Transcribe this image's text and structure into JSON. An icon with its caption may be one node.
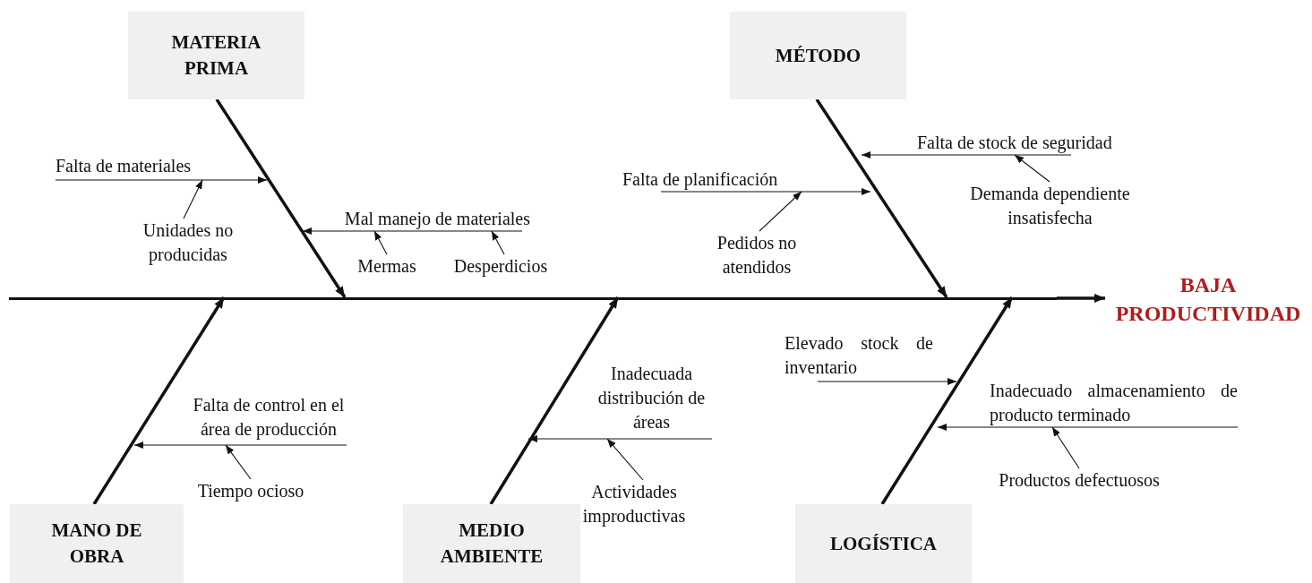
{
  "diagram": {
    "nodes": [
      {
        "text": [
          "MATERIA PRIMA"
        ]
      },
      {
        "text": [
          "MÉTODO"
        ]
      },
      {
        "text": [
          "MANO DE OBRA"
        ]
      },
      {
        "text": [
          "MEDIO AMBIENTE"
        ]
      },
      {
        "text": [
          "LOGÍSTICA"
        ]
      },
      {
        "text": [
          "BAJA PRODUCTIVIDAD"
        ]
      },
      {
        "text": [
          "Falta de materiales"
        ]
      },
      {
        "text": [
          "Unidades no producidas"
        ]
      },
      {
        "text": [
          "Mal manejo de materiales"
        ]
      },
      {
        "text": [
          "Mermas"
        ]
      },
      {
        "text": [
          "Desperdicios"
        ]
      },
      {
        "text": [
          "Falta de planificación"
        ]
      },
      {
        "text": [
          "Pedidos no atendidos"
        ]
      },
      {
        "text": [
          "Falta de stock de seguridad"
        ]
      },
      {
        "text": [
          "Demanda dependiente insatisfecha"
        ]
      },
      {
        "text": [
          "Falta de control en el área de producción"
        ]
      },
      {
        "text": [
          "Tiempo ocioso"
        ]
      },
      {
        "text": [
          "Inadecuada distribución de áreas"
        ]
      },
      {
        "text": [
          "Actividades improductivas"
        ]
      },
      {
        "text": [
          "Elevado stock de inventario"
        ]
      },
      {
        "text": [
          "Inadecuado almacenamiento de producto terminado"
        ]
      },
      {
        "text": [
          "Productos defectuosos"
        ]
      },
      {
        "text": [],
        "shape": "bar"
      }
    ],
    "edges": [
      {
        "from": 22,
        "to": 5,
        "arrow": "to",
        "style": "thick"
      },
      {
        "from": 0,
        "to": 22,
        "arrow": "to",
        "style": "thick"
      },
      {
        "from": 1,
        "to": 22,
        "arrow": "to",
        "style": "thick"
      },
      {
        "from": 2,
        "to": 22,
        "arrow": "to",
        "style": "thick"
      },
      {
        "from": 3,
        "to": 22,
        "arrow": "to",
        "style": "thick"
      },
      {
        "from": 4,
        "to": 22,
        "arrow": "to",
        "style": "thick"
      },
      {
        "from": 6,
        "to": null,
        "arrow": "to"
      },
      {
        "from": 7,
        "to": 6,
        "arrow": "to"
      },
      {
        "from": 8,
        "to": null,
        "arrow": "to"
      },
      {
        "from": 9,
        "to": 8,
        "arrow": "to"
      },
      {
        "from": 10,
        "to": 8,
        "arrow": "to"
      },
      {
        "from": 11,
        "to": null,
        "arrow": "to"
      },
      {
        "from": 12,
        "to": 11,
        "arrow": "to"
      },
      {
        "from": 13,
        "to": null,
        "arrow": "to"
      },
      {
        "from": 14,
        "to": 13,
        "arrow": "to"
      },
      {
        "from": 15,
        "to": null,
        "arrow": "to"
      },
      {
        "from": 16,
        "to": 15,
        "arrow": "to"
      },
      {
        "from": 17,
        "to": null,
        "arrow": "to"
      },
      {
        "from": 18,
        "to": 17,
        "arrow": "to"
      },
      {
        "from": 19,
        "to": null,
        "arrow": "to"
      },
      {
        "from": 20,
        "to": null,
        "arrow": "to"
      },
      {
        "from": 21,
        "to": 20,
        "arrow": "to"
      }
    ]
  }
}
